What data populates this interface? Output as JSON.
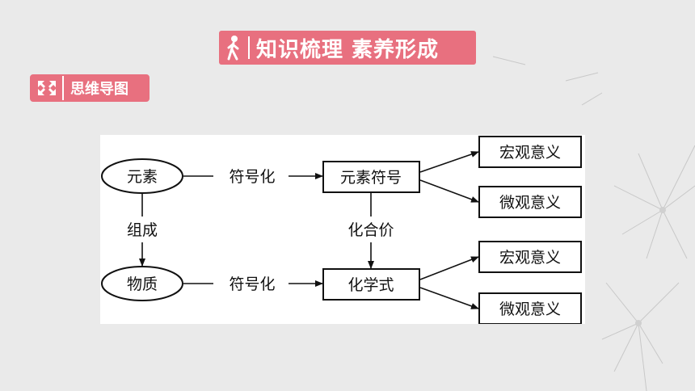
{
  "page": {
    "title": "知识梳理 素养形成",
    "section_badge": "思维导图"
  },
  "colors": {
    "accent": "#e8707f",
    "background": "#eaeaea",
    "diagram_line": "#111111"
  },
  "icons": {
    "title_icon": "walking-person-icon",
    "badge_icon": "mind-map-arrows-icon",
    "background": "dandelion-decoration"
  },
  "diagram": {
    "nodes": {
      "yuansu": "元素",
      "wuzhi": "物质",
      "yuansu_fuhao": "元素符号",
      "huaxueshi": "化学式",
      "hongguan_1": "宏观意义",
      "weiguan_1": "微观意义",
      "hongguan_2": "宏观意义",
      "weiguan_2": "微观意义"
    },
    "edge_labels": {
      "fuhaohua_top": "符号化",
      "fuhaohua_bottom": "符号化",
      "zucheng": "组成",
      "huahejia": "化合价"
    }
  }
}
